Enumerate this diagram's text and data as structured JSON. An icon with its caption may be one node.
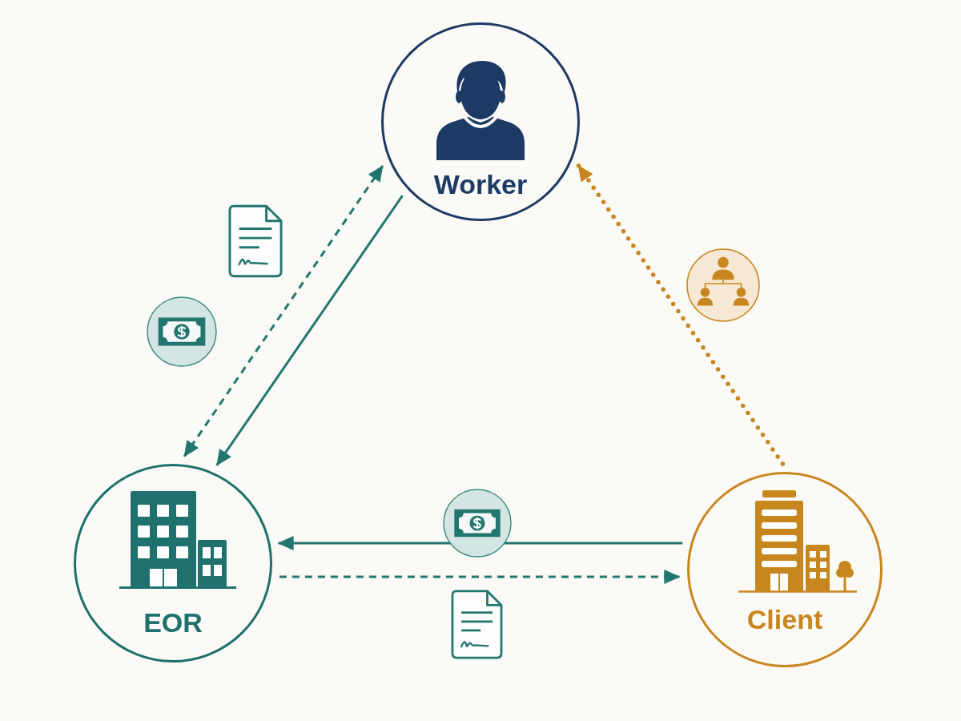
{
  "diagram": {
    "nodes": [
      {
        "text": [
          "Worker"
        ]
      },
      {
        "text": [
          "EOR"
        ]
      },
      {
        "text": [
          "Client"
        ]
      }
    ],
    "edges": [
      {
        "from": 0,
        "to": 1,
        "arrow": "both",
        "style": "dashed"
      },
      {
        "from": 0,
        "to": 1,
        "arrow": "to"
      },
      {
        "from": 2,
        "to": 1,
        "arrow": "to"
      },
      {
        "from": 1,
        "to": 2,
        "arrow": "to",
        "style": "dashed"
      },
      {
        "from": 2,
        "to": 0,
        "arrow": "to",
        "style": "dashed",
        "color": "#c8861e"
      }
    ]
  }
}
